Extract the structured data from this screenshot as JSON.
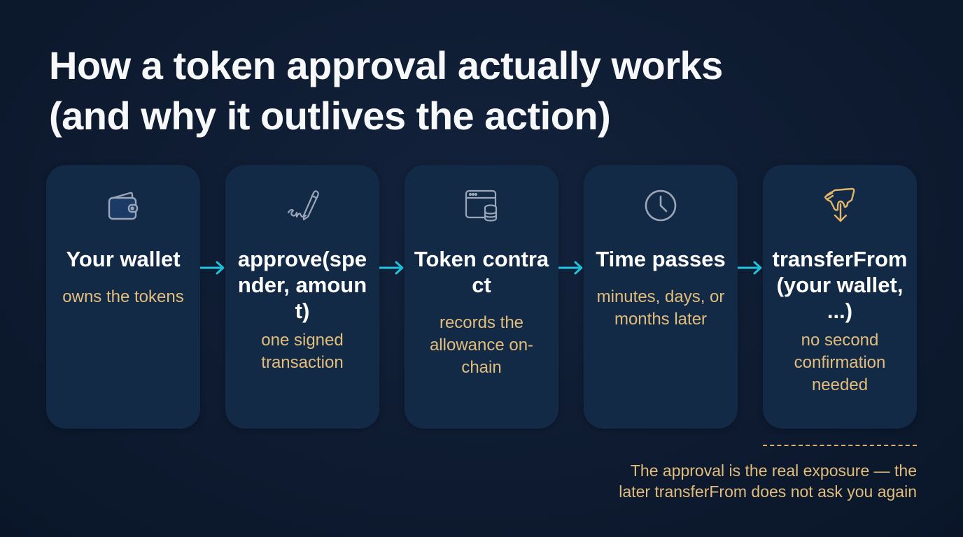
{
  "title": {
    "line1": "How a token approval actually works",
    "line2": "(and why it outlives the action)"
  },
  "colors": {
    "background": "#0e1b31",
    "card": "#132a47",
    "heading": "#ffffff",
    "subtext": "#e2bd7c",
    "arrow": "#22c4e0",
    "icon_gray": "#9aa6b8",
    "icon_gold": "#e2b56a"
  },
  "steps": [
    {
      "icon": "wallet-icon",
      "heading": "Your wallet",
      "sub": "owns the tokens"
    },
    {
      "icon": "signature-pen-icon",
      "heading": "approve(spender, amount)",
      "sub": "one signed transaction"
    },
    {
      "icon": "contract-database-icon",
      "heading": "Token contract",
      "sub": "records the allowance on-chain"
    },
    {
      "icon": "clock-icon",
      "heading": "Time passes",
      "sub": "minutes, days, or months later"
    },
    {
      "icon": "hand-pull-icon",
      "heading": "transferFrom(your wallet, ...)",
      "sub": "no second confirmation needed"
    }
  ],
  "note": {
    "line1": "The approval is the real exposure — the",
    "line2": "later transferFrom does not ask you again"
  }
}
